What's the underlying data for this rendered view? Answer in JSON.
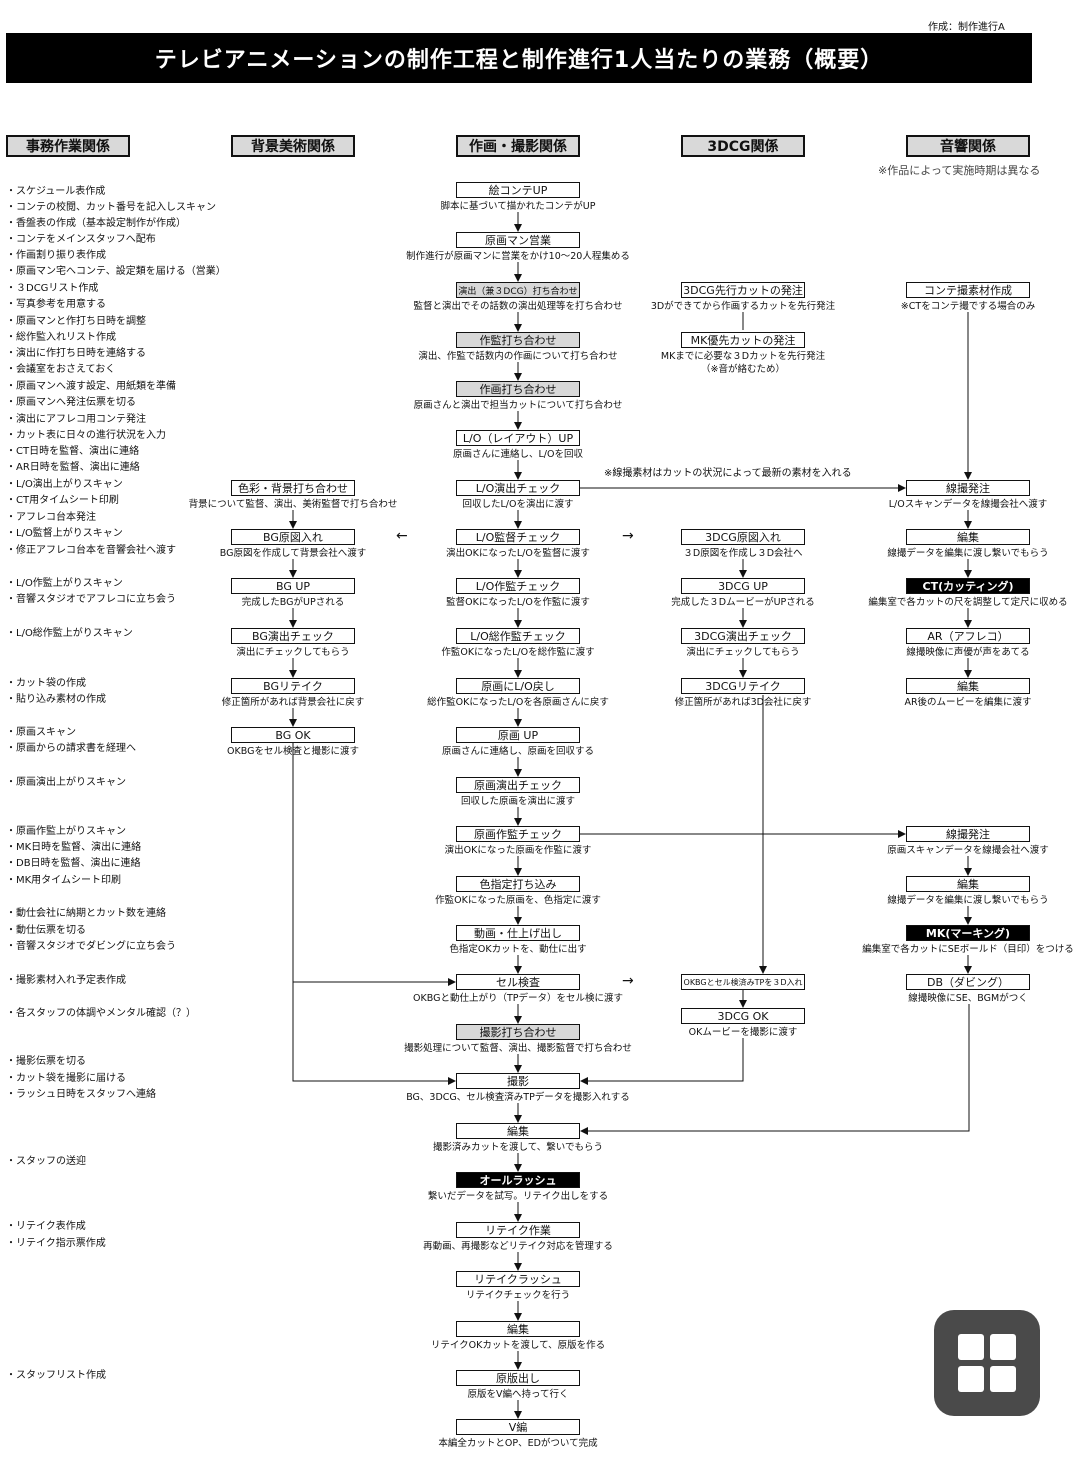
{
  "author": "作成：制作進行A",
  "title": "テレビアニメーションの制作工程と制作進行1人当たりの業務（概要）",
  "columns": {
    "admin": "事務作業関係",
    "bg": "背景美術関係",
    "main": "作画・撮影関係",
    "cg": "3DCG関係",
    "sound": "音響関係"
  },
  "sound_note": "※作品によって実施時期は異なる",
  "lines_note": "※線撮素材はカットの状況によって最新の素材を入れる",
  "admin_tasks": [
    "・スケジュール表作成",
    "・コンテの校閲、カット番号を記入しスキャン",
    "・香盤表の作成（基本設定制作が作成）",
    "・コンテをメインスタッフへ配布",
    "・作画割り振り表作成",
    "・原画マン宅へコンテ、設定類を届ける（営業）",
    "・３DCGリスト作成",
    "・写真参考を用意する",
    "・原画マンと作打ち日時を調整",
    "・総作監入れリスト作成",
    "・演出に作打ち日時を連絡する",
    "・会議室をおさえておく",
    "・原画マンへ渡す設定、用紙類を準備",
    "・原画マンへ発注伝票を切る",
    "・演出にアフレコ用コンテ発注",
    "・カット表に日々の進行状況を入力",
    "・CT日時を監督、演出に連絡",
    "・AR日時を監督、演出に連絡",
    "・L/O演出上がりスキャン",
    "・CT用タイムシート印刷",
    "・アフレコ台本発注",
    "・L/O監督上がりスキャン",
    "・修正アフレコ台本を音響会社へ渡す",
    "・L/O作監上がりスキャン",
    "・音響スタジオでアフレコに立ち会う",
    "・L/O総作監上がりスキャン",
    "・カット袋の作成",
    "・貼り込み素材の作成",
    "・原画スキャン",
    "・原画からの請求書を経理へ",
    "・原画演出上がりスキャン",
    "・原画作監上がりスキャン",
    "・MK日時を監督、演出に連絡",
    "・DB日時を監督、演出に連絡",
    "・MK用タイムシート印刷",
    "・動仕会社に納期とカット数を連絡",
    "・動仕伝票を切る",
    "・音響スタジオでダビングに立ち会う",
    "・撮影素材入れ予定表作成",
    "・各スタッフの体調やメンタル確認（？）",
    "・撮影伝票を切る",
    "・カット袋を撮影に届ける",
    "・ラッシュ日時をスタッフへ連絡",
    "・スタッフの送迎",
    "・リテイク表作成",
    "・リテイク指示票作成",
    "・スタッフリスト作成"
  ],
  "main_steps": [
    {
      "label": "絵コンテUP",
      "desc": "脚本に基づいて描かれたコンテがUP"
    },
    {
      "label": "原画マン営業",
      "desc": "制作進行が原画マンに営業をかけ10～20人程集める"
    },
    {
      "label": "演出（兼３DCG）打ち合わせ",
      "desc": "監督と演出でその話数の演出処理等を打ち合わせ"
    },
    {
      "label": "作監打ち合わせ",
      "desc": "演出、作監で話数内の作画について打ち合わせ"
    },
    {
      "label": "作画打ち合わせ",
      "desc": "原画さんと演出で担当カットについて打ち合わせ"
    },
    {
      "label": "L/O（レイアウト）UP",
      "desc": "原画さんに連絡し、L/Oを回収"
    },
    {
      "label": "L/O演出チェック",
      "desc": "回収したL/Oを演出に渡す"
    },
    {
      "label": "L/O監督チェック",
      "desc": "演出OKになったL/Oを監督に渡す"
    },
    {
      "label": "L/O作監チェック",
      "desc": "監督OKになったL/Oを作監に渡す"
    },
    {
      "label": "L/O総作監チェック",
      "desc": "作監OKになったL/Oを総作監に渡す"
    },
    {
      "label": "原画にL/O戻し",
      "desc": "総作監OKになったL/Oを各原画さんに戻す"
    },
    {
      "label": "原画 UP",
      "desc": "原画さんに連絡し、原画を回収する"
    },
    {
      "label": "原画演出チェック",
      "desc": "回収した原画を演出に渡す"
    },
    {
      "label": "原画作監チェック",
      "desc": "演出OKになった原画を作監に渡す"
    },
    {
      "label": "色指定打ち込み",
      "desc": "作監OKになった原画を、色指定に渡す"
    },
    {
      "label": "動画・仕上げ出し",
      "desc": "色指定OKカットを、動仕に出す"
    },
    {
      "label": "セル検査",
      "desc": "OKBGと動仕上がり（TPデータ）をセル検に渡す"
    },
    {
      "label": "撮影打ち合わせ",
      "desc": "撮影処理について監督、演出、撮影監督で打ち合わせ"
    },
    {
      "label": "撮影",
      "desc": "BG、3DCG、セル検査済みTPデータを撮影入れする"
    },
    {
      "label": "編集",
      "desc": "撮影済みカットを渡して、繋いでもらう"
    },
    {
      "label": "オールラッシュ",
      "desc": "繋いだデータを試写。リテイク出しをする"
    },
    {
      "label": "リテイク作業",
      "desc": "再動画、再撮影などリテイク対応を管理する"
    },
    {
      "label": "リテイクラッシュ",
      "desc": "リテイクチェックを行う"
    },
    {
      "label": "編集",
      "desc": "リテイクOKカットを渡して、原版を作る"
    },
    {
      "label": "原版出し",
      "desc": "原版をV編へ持って行く"
    },
    {
      "label": "V編",
      "desc": "本編全カットとOP、EDがついて完成"
    }
  ],
  "bg_steps": [
    {
      "label": "色彩・背景打ち合わせ",
      "desc": "背景について監督、演出、美術監督で打ち合わせ"
    },
    {
      "label": "BG原図入れ",
      "desc": "BG原図を作成して背景会社へ渡す"
    },
    {
      "label": "BG UP",
      "desc": "完成したBGがUPされる"
    },
    {
      "label": "BG演出チェック",
      "desc": "演出にチェックしてもらう"
    },
    {
      "label": "BGリテイク",
      "desc": "修正箇所があれば背景会社に戻す"
    },
    {
      "label": "BG OK",
      "desc": "OKBGをセル検査と撮影に渡す"
    }
  ],
  "cg_steps": [
    {
      "label": "3DCG先行カットの発注",
      "desc": "3Dができてから作画するカットを先行発注"
    },
    {
      "label": "MK優先カットの発注",
      "desc": "MKまでに必要な３Dカットを先行発注",
      "desc2": "（※音が絡むため）"
    },
    {
      "label": "3DCG原図入れ",
      "desc": "３D原図を作成し３D会社へ"
    },
    {
      "label": "3DCG UP",
      "desc": "完成した３DムービーがUPされる"
    },
    {
      "label": "3DCG演出チェック",
      "desc": "演出にチェックしてもらう"
    },
    {
      "label": "3DCGリテイク",
      "desc": "修正箇所があれば3D会社に戻す"
    },
    {
      "label": "OKBGとセル検済みTPを３D入れ",
      "desc": ""
    },
    {
      "label": "3DCG OK",
      "desc": "OKムービーを撮影に渡す"
    }
  ],
  "sound_steps": [
    {
      "label": "コンテ撮素材作成",
      "desc": "※CTをコンテ撮でする場合のみ"
    },
    {
      "label": "線撮発注",
      "desc": "L/Oスキャンデータを線撮会社へ渡す"
    },
    {
      "label": "編集",
      "desc": "線撮データを編集に渡し繋いでもらう"
    },
    {
      "label": "CT(カッティング)",
      "desc": "編集室で各カットの尺を調整して定尺に収める"
    },
    {
      "label": "AR（アフレコ）",
      "desc": "線撮映像に声優が声をあてる"
    },
    {
      "label": "編集",
      "desc": "AR後のムービーを編集に渡す"
    },
    {
      "label": "線撮発注",
      "desc": "原画スキャンデータを線撮会社へ渡す"
    },
    {
      "label": "編集",
      "desc": "線撮データを編集に渡し繋いでもらう"
    },
    {
      "label": "MK(マーキング)",
      "desc": "編集室で各カットにSEボールド（目印）をつける"
    },
    {
      "label": "DB（ダビング）",
      "desc": "線撮映像にSE、BGMがつく"
    }
  ],
  "icons": {
    "arrow_left": "←",
    "arrow_right": "→",
    "menu": "grid-icon"
  }
}
